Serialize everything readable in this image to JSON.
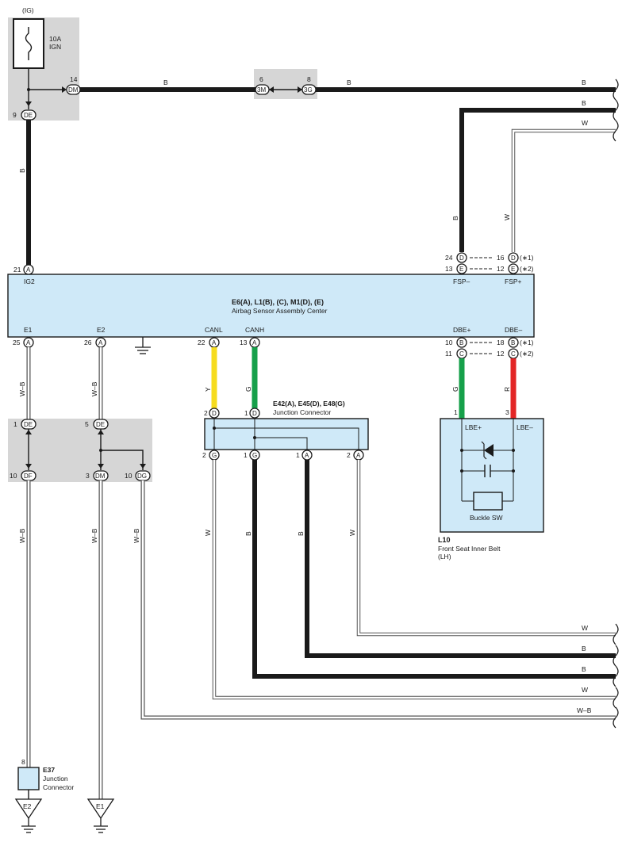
{
  "fuse": {
    "group": "(IG)",
    "rating": "10A",
    "name": "IGN"
  },
  "ecu": {
    "title": "E6(A), L1(B), (C), M1(D), (E)",
    "subtitle": "Airbag Sensor Assembly Center",
    "term_ig2": "IG2",
    "term_e1": "E1",
    "term_e2": "E2",
    "term_canl": "CANL",
    "term_canh": "CANH",
    "term_fspm": "FSP–",
    "term_fspp": "FSP+",
    "term_dbep": "DBE+",
    "term_dbem": "DBE–"
  },
  "junction": {
    "title": "E42(A), E45(D), E48(G)",
    "subtitle": "Junction Connector"
  },
  "belt": {
    "code": "L10",
    "name1": "Front Seat Inner Belt",
    "name2": "(LH)",
    "lbep": "LBE+",
    "lbem": "LBE–",
    "sw": "Buckle SW"
  },
  "e37": {
    "code": "E37",
    "name1": "Junction",
    "name2": "Connector"
  },
  "grounds": {
    "g1": "E2",
    "g2": "E1"
  },
  "connectors": {
    "fuse_dm": "DM",
    "fuse_de": "DE",
    "c3m": "3M",
    "c3g": "3G",
    "a": "A",
    "b": "B",
    "c": "C",
    "d": "D",
    "e": "E",
    "g": "G",
    "df": "DF",
    "dg": "DG"
  },
  "pins": {
    "p14": "14",
    "p9": "9",
    "p6": "6",
    "p8": "8",
    "p21": "21",
    "p24": "24",
    "p16": "16",
    "p13": "13",
    "p12": "12",
    "p25": "25",
    "p26": "26",
    "p22": "22",
    "p10": "10",
    "p18": "18",
    "p11": "11",
    "p2": "2",
    "p1": "1",
    "p3": "3",
    "p5": "5"
  },
  "notes": {
    "n1": "(∗1)",
    "n2": "(∗2)"
  },
  "wires": {
    "B": "B",
    "W": "W",
    "WB": "W–B",
    "Y": "Y",
    "G": "G",
    "R": "R"
  },
  "colors": {
    "black_wire": "#1a1a1a",
    "yellow_wire": "#f6dc1e",
    "green_wire": "#16a04a",
    "red_wire": "#e32626",
    "box_fill": "#cfe9f8",
    "gray_block": "#d6d6d6"
  }
}
